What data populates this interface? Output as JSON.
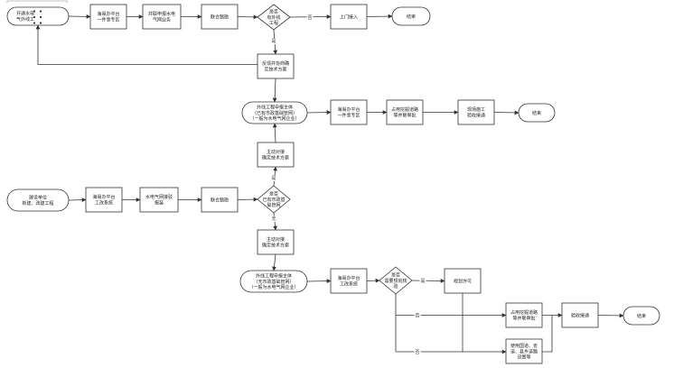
{
  "nodes": {
    "start_top": {
      "lines": [
        "开通水电",
        "气外线工"
      ]
    },
    "p1": {
      "lines": [
        "海易办平台",
        "一件事专区"
      ]
    },
    "p2": {
      "lines": [
        "并联申报水电",
        "气网业务"
      ]
    },
    "p3": {
      "lines": [
        "联合踏勘"
      ]
    },
    "d1": {
      "lines": [
        "是否",
        "有外线",
        "工程"
      ]
    },
    "p4": {
      "lines": [
        "上门接入"
      ]
    },
    "end1": {
      "lines": [
        "结束"
      ]
    },
    "p5": {
      "lines": [
        "反馈并协商确",
        "定技术方案"
      ]
    },
    "t2": {
      "lines": [
        "外线工程申报主体",
        "（已有市政基础管网）",
        "（一般为水电气网企业）"
      ]
    },
    "p6": {
      "lines": [
        "海易办平台",
        "一件事专区"
      ]
    },
    "p7": {
      "lines": [
        "占用挖掘道路",
        "等并联审批"
      ]
    },
    "p8": {
      "lines": [
        "现场施工",
        "验收接通"
      ]
    },
    "end2": {
      "lines": [
        "结束"
      ]
    },
    "p9": {
      "lines": [
        "主动对接",
        "确定技术方案"
      ]
    },
    "start2": {
      "lines": [
        "建设单位",
        "新建、改建工程"
      ]
    },
    "p10": {
      "lines": [
        "海易办平台",
        "工改系统"
      ]
    },
    "p11": {
      "lines": [
        "水电气网接驳",
        "报装"
      ]
    },
    "p12": {
      "lines": [
        "联合踏勘"
      ]
    },
    "d2": {
      "lines": [
        "是否",
        "已有市政基",
        "础管网"
      ]
    },
    "p13": {
      "lines": [
        "主动对接",
        "确定技术方案"
      ]
    },
    "t3": {
      "lines": [
        "外线工程申报主体",
        "（无市政基础管网）",
        "（一般为水电气网企业）"
      ]
    },
    "p14": {
      "lines": [
        "海易办平台",
        "工改系统"
      ]
    },
    "d3": {
      "lines": [
        "是否",
        "需要规划核",
        "验"
      ]
    },
    "p15": {
      "lines": [
        "规划许可"
      ]
    },
    "p16": {
      "lines": [
        "占用挖掘道路",
        "等并联审批"
      ]
    },
    "p17": {
      "lines": [
        "验收接通"
      ]
    },
    "end3": {
      "lines": [
        "结束"
      ]
    },
    "p18": {
      "lines": [
        "使用国道、省",
        "道、县乡道路",
        "设置等"
      ]
    }
  },
  "edge_labels": {
    "d1_no": "否",
    "d1_yes": "是",
    "d2_yes": "是",
    "d2_no": "无",
    "d3_yes": "是",
    "branch_no_1": "否",
    "branch_no_2": "否"
  }
}
